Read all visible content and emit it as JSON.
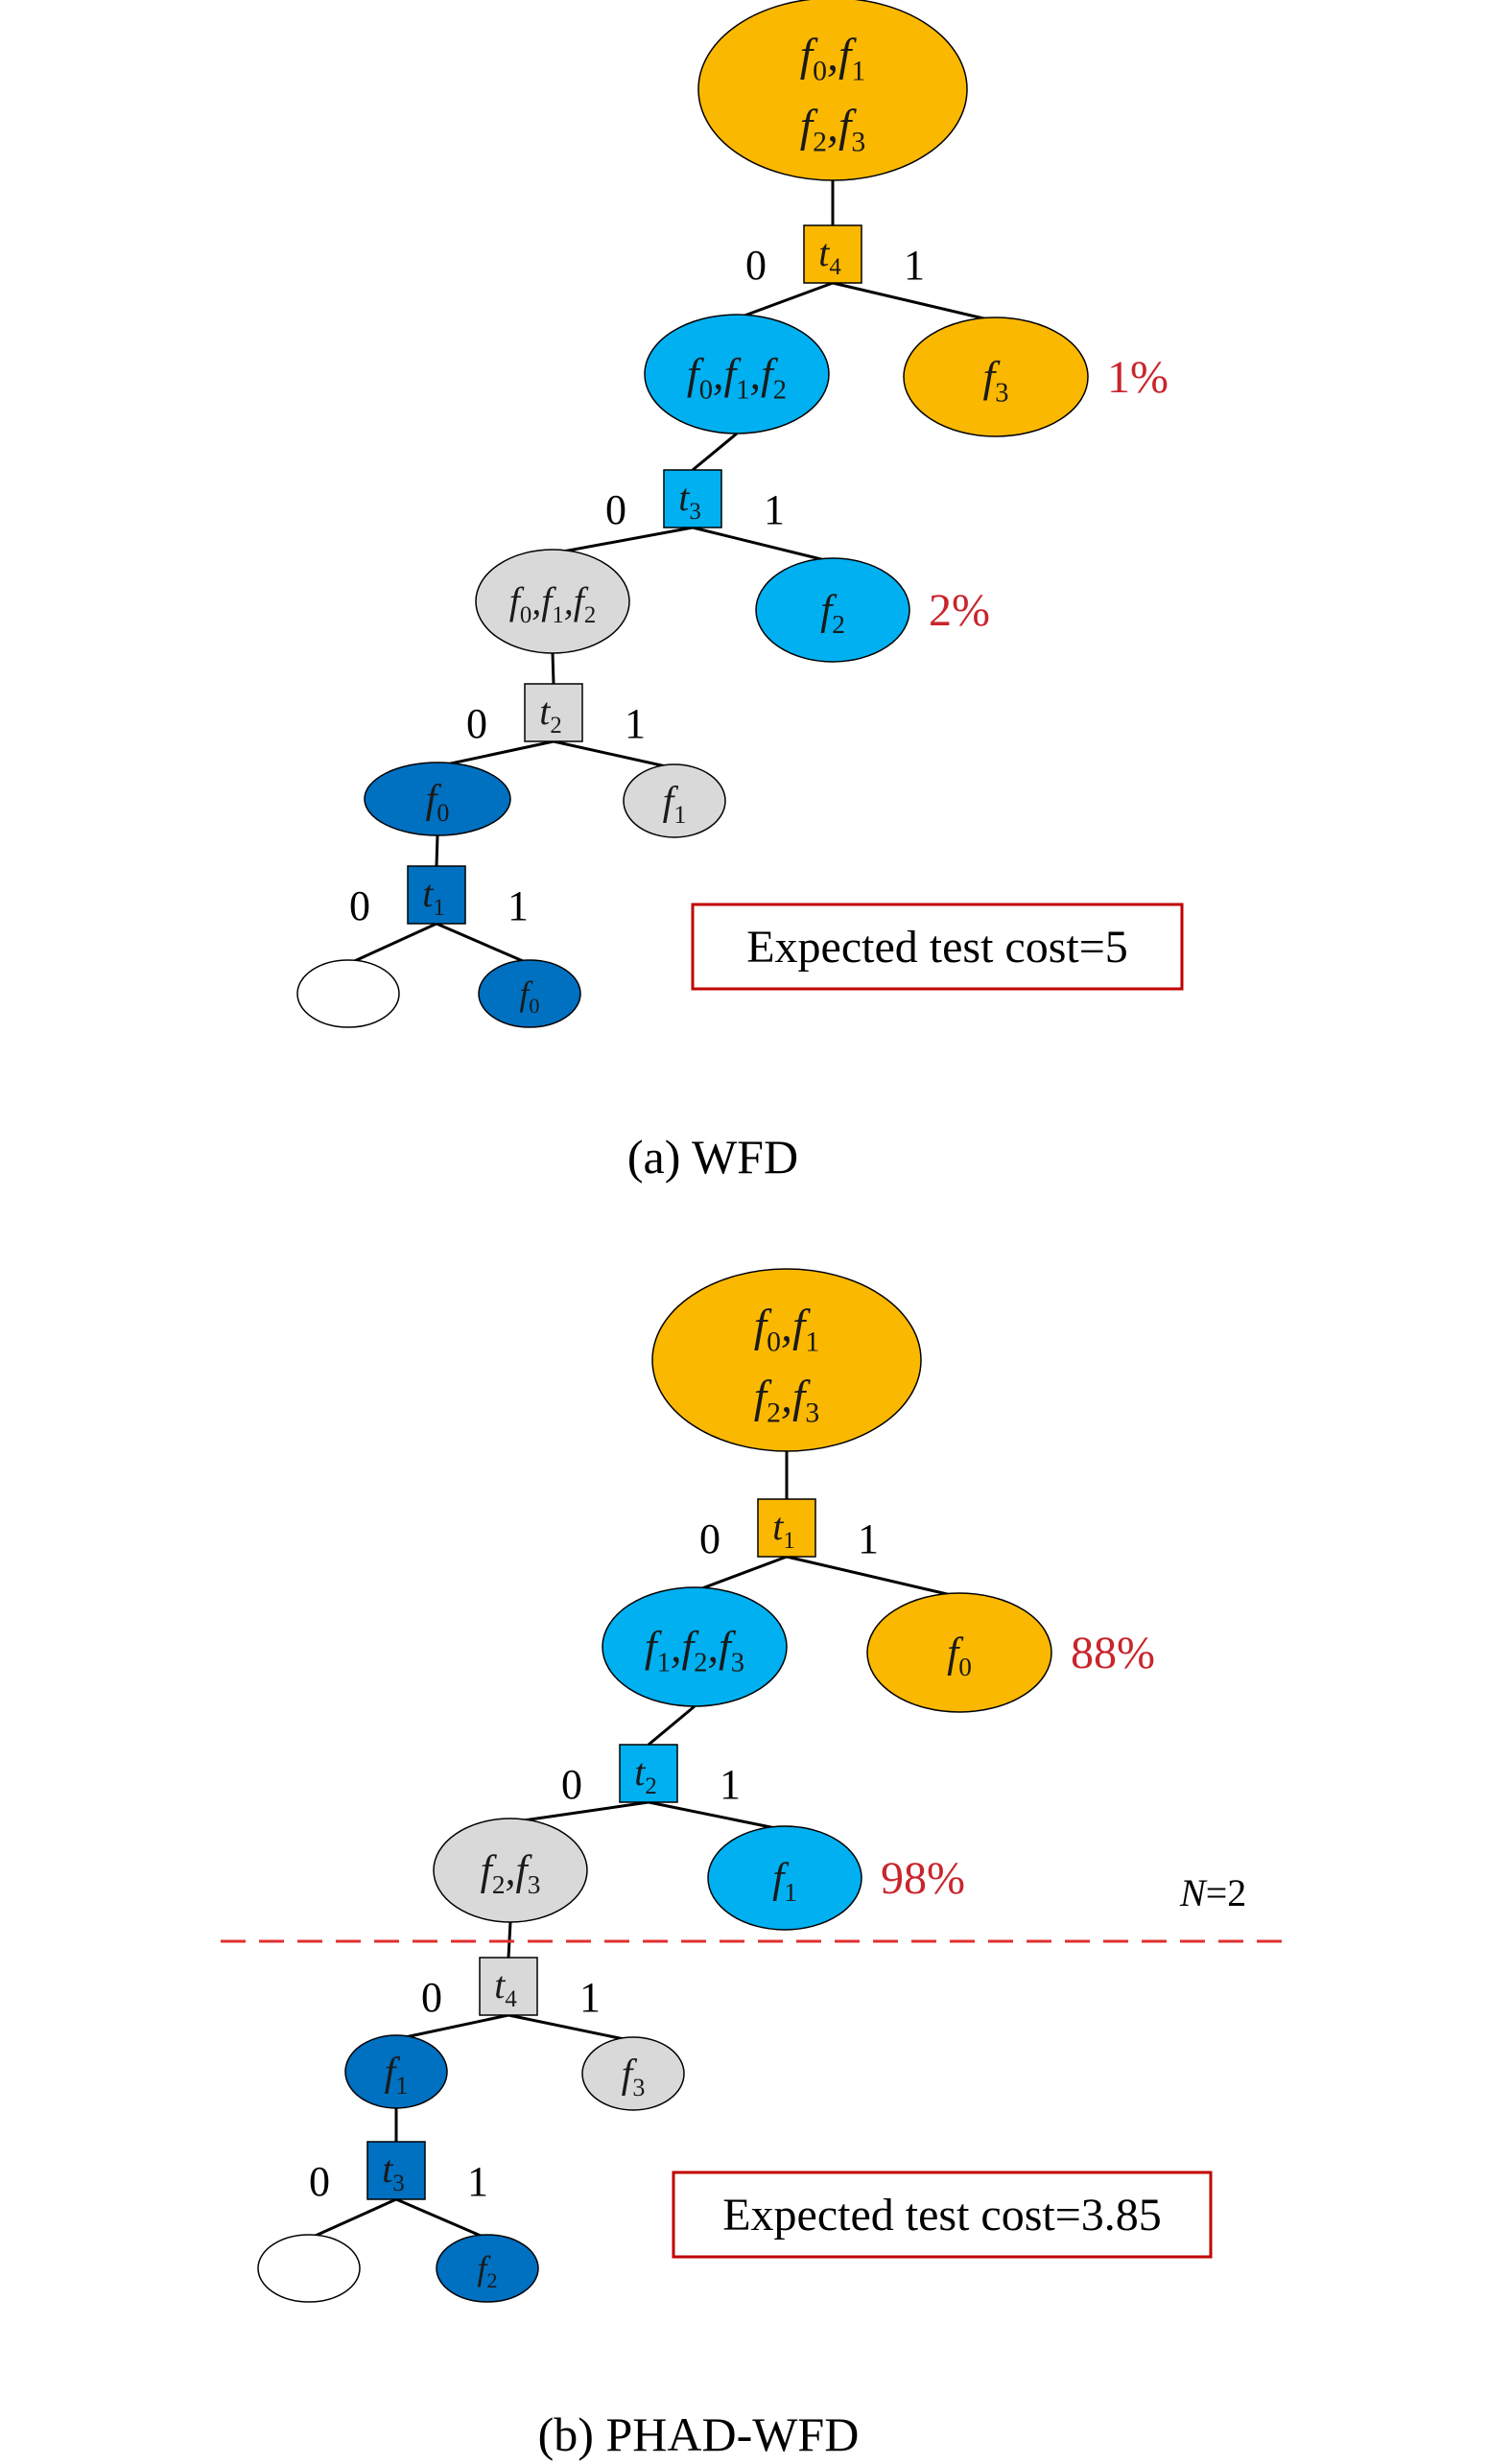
{
  "colors": {
    "orange": "#FBB800",
    "light_blue": "#00B0F0",
    "gray": "#D9D9D9",
    "dark_blue": "#0070C0",
    "white": "#FFFFFF",
    "edge": "#000000",
    "percent_text": "#C8262C",
    "box_border": "#C00000",
    "threshold_line": "#E03030"
  },
  "panel_a": {
    "caption": "(a) WFD",
    "cost_text": "Expected test cost=5",
    "root": {
      "line1": [
        "f0",
        "f1"
      ],
      "line2": [
        "f2",
        "f3"
      ]
    },
    "tests": [
      {
        "name": "t",
        "sub": "4",
        "branch0": "0",
        "branch1": "1"
      },
      {
        "name": "t",
        "sub": "3",
        "branch0": "0",
        "branch1": "1"
      },
      {
        "name": "t",
        "sub": "2",
        "branch0": "0",
        "branch1": "1"
      },
      {
        "name": "t",
        "sub": "1",
        "branch0": "0",
        "branch1": "1"
      }
    ],
    "nodes": [
      {
        "faults": [
          "f0",
          "f1",
          "f2"
        ]
      },
      {
        "faults": [
          "f3"
        ],
        "percent": "1%"
      },
      {
        "faults": [
          "f0",
          "f1",
          "f2"
        ]
      },
      {
        "faults": [
          "f2"
        ],
        "percent": "2%"
      },
      {
        "faults": [
          "f0"
        ]
      },
      {
        "faults": [
          "f1"
        ]
      },
      {
        "faults": []
      },
      {
        "faults": [
          "f0"
        ]
      }
    ]
  },
  "panel_b": {
    "caption": "(b) PHAD-WFD",
    "cost_text": "Expected test cost=3.85",
    "threshold_label": "N=2",
    "root": {
      "line1": [
        "f0",
        "f1"
      ],
      "line2": [
        "f2",
        "f3"
      ]
    },
    "tests": [
      {
        "name": "t",
        "sub": "1",
        "branch0": "0",
        "branch1": "1"
      },
      {
        "name": "t",
        "sub": "2",
        "branch0": "0",
        "branch1": "1"
      },
      {
        "name": "t",
        "sub": "4",
        "branch0": "0",
        "branch1": "1"
      },
      {
        "name": "t",
        "sub": "3",
        "branch0": "0",
        "branch1": "1"
      }
    ],
    "nodes": [
      {
        "faults": [
          "f1",
          "f2",
          "f3"
        ]
      },
      {
        "faults": [
          "f0"
        ],
        "percent": "88%"
      },
      {
        "faults": [
          "f2",
          "f3"
        ]
      },
      {
        "faults": [
          "f1"
        ],
        "percent": "98%"
      },
      {
        "faults": [
          "f1"
        ]
      },
      {
        "faults": [
          "f3"
        ]
      },
      {
        "faults": []
      },
      {
        "faults": [
          "f2"
        ]
      }
    ]
  }
}
